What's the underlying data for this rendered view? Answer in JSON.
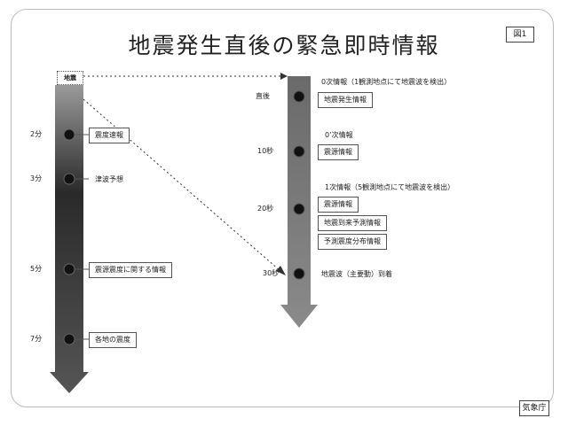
{
  "title": "地震発生直後の緊急即時情報",
  "figure_label": "図1",
  "agency": "気象庁",
  "quake_label": "地震",
  "left_timeline": {
    "times": [
      "2分",
      "3分",
      "5分",
      "7分"
    ],
    "boxes": [
      "震度速報",
      "津波予想",
      "震源震度に関する情報",
      "各地の震度"
    ]
  },
  "right_timeline": {
    "times": [
      "直後",
      "10秒",
      "20秒",
      "30秒"
    ],
    "headers": [
      "0次情報（1観測地点にて地震波を検出）",
      "0’次情報",
      "1次情報（5観測地点にて地震波を検出）"
    ],
    "boxes": [
      "地震発生情報",
      "震源情報",
      "震源情報",
      "地震到来予測情報",
      "予測震度分布情報"
    ],
    "arrival": "地震波（主要動）到着"
  }
}
